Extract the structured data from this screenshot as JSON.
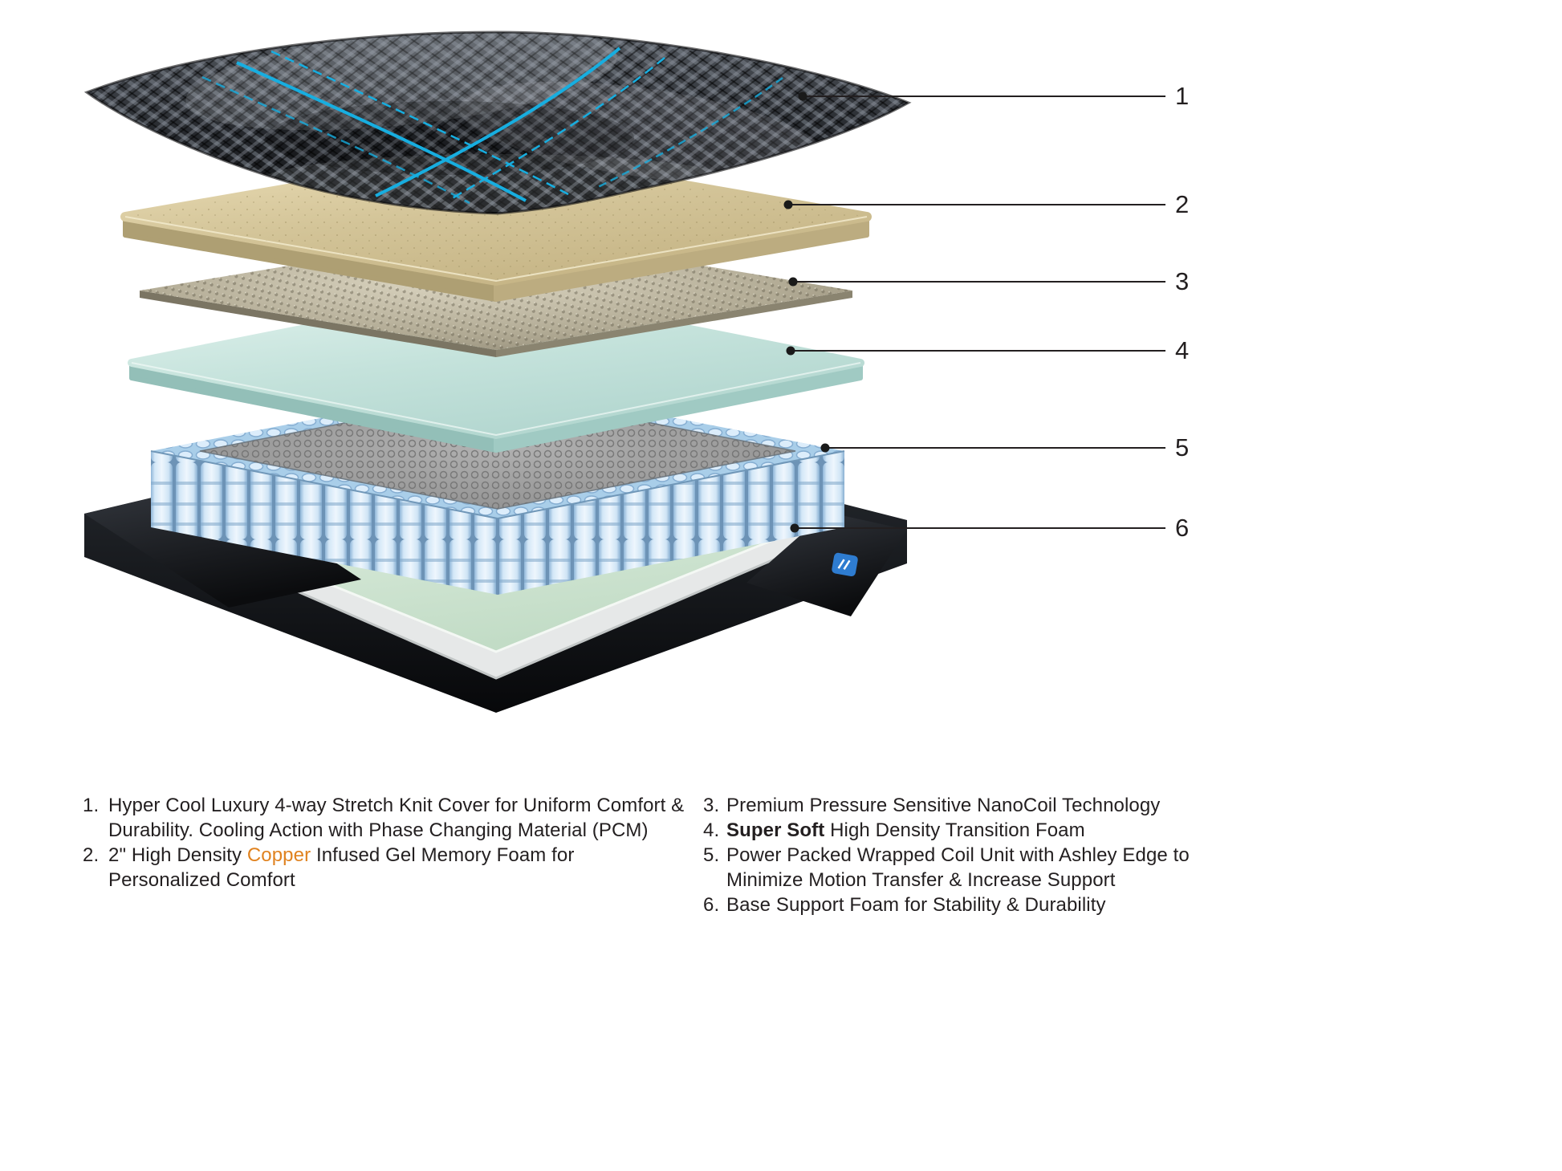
{
  "diagram": {
    "callouts": [
      {
        "number": "1"
      },
      {
        "number": "2"
      },
      {
        "number": "3"
      },
      {
        "number": "4"
      },
      {
        "number": "5"
      },
      {
        "number": "6"
      }
    ],
    "layers": [
      {
        "callout": "1",
        "key": "stretch-knit-cover"
      },
      {
        "callout": "2",
        "key": "copper-gel-memory-foam"
      },
      {
        "callout": "3",
        "key": "nanocoil-layer"
      },
      {
        "callout": "4",
        "key": "transition-foam"
      },
      {
        "callout": "5",
        "key": "wrapped-coil-unit"
      },
      {
        "callout": "6",
        "key": "base-support-foam"
      }
    ],
    "colors": {
      "accent_cyan": "#17aee0",
      "cover_dark": "#26292e",
      "memory_foam_tan": "#d9c99c",
      "nanocoil_taupe": "#b5ad98",
      "transition_teal": "#cfe9e2",
      "coil_blue": "#aacfec",
      "base_foam_green": "#d4e8d4",
      "base_black": "#121418",
      "logo_blue": "#2e7cd0"
    }
  },
  "legend": {
    "left": [
      {
        "number": "1.",
        "segments": [
          {
            "text": "Hyper Cool Luxury 4-way Stretch Knit Cover for Uniform Comfort &\nDurability. Cooling Action with Phase Changing Material (PCM)"
          }
        ]
      },
      {
        "number": "2.",
        "segments": [
          {
            "text": "2\" High Density "
          },
          {
            "text": "Copper",
            "style": "copper"
          },
          {
            "text": " Infused Gel Memory Foam for\nPersonalized Comfort"
          }
        ]
      }
    ],
    "right": [
      {
        "number": "3.",
        "segments": [
          {
            "text": "Premium Pressure Sensitive NanoCoil Technology"
          }
        ]
      },
      {
        "number": "4.",
        "segments": [
          {
            "text": "Super Soft",
            "style": "bold"
          },
          {
            "text": " High Density Transition Foam"
          }
        ]
      },
      {
        "number": "5.",
        "segments": [
          {
            "text": "Power Packed Wrapped Coil Unit with Ashley Edge to\nMinimize Motion Transfer & Increase Support"
          }
        ]
      },
      {
        "number": "6.",
        "segments": [
          {
            "text": "Base Support Foam for Stability & Durability"
          }
        ]
      }
    ]
  }
}
